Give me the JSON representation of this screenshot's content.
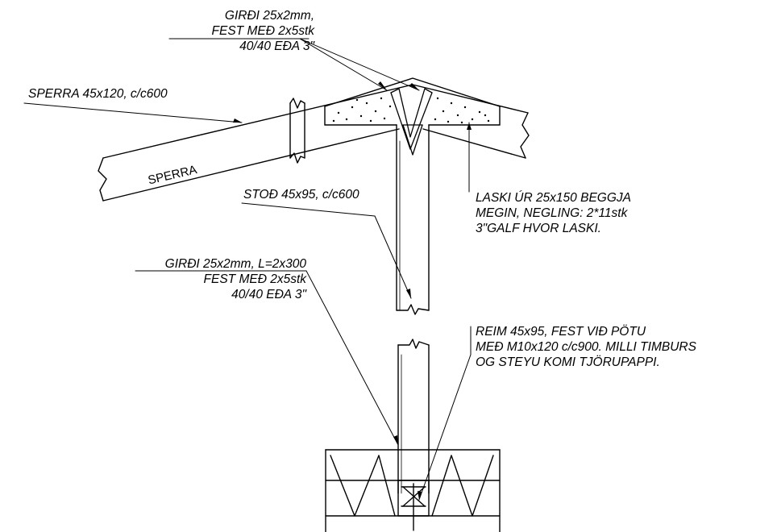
{
  "labels": {
    "girdi_top": {
      "line1": "GIRÐI 25x2mm,",
      "line2": "FEST MEÐ 2x5stk",
      "line3": "40/40 EÐA 3\""
    },
    "sperra": {
      "line1": "SPERRA 45x120, c/c600"
    },
    "sperra_inline": "SPERRA",
    "laski": {
      "line1": "LASKI ÚR 25x150 BEGGJA",
      "line2": "MEGIN, NEGLING: 2*11stk",
      "line3": "3\"GALF HVOR LASKI."
    },
    "stod": {
      "line1": "STOÐ 45x95, c/c600"
    },
    "girdi_bottom": {
      "line1": "GIRÐI 25x2mm, L=2x300",
      "line2": "FEST MEÐ 2x5stk",
      "line3": "40/40 EÐA 3\""
    },
    "reim": {
      "line1": "REIM 45x95, FEST VIÐ PÖTU",
      "line2": "MEÐ M10x120 c/c900.  MILLI TIMBURS",
      "line3": "OG STEYU KOMI TJÖRUPAPPI."
    }
  },
  "colors": {
    "ink": "#000000",
    "paper": "#ffffff"
  }
}
